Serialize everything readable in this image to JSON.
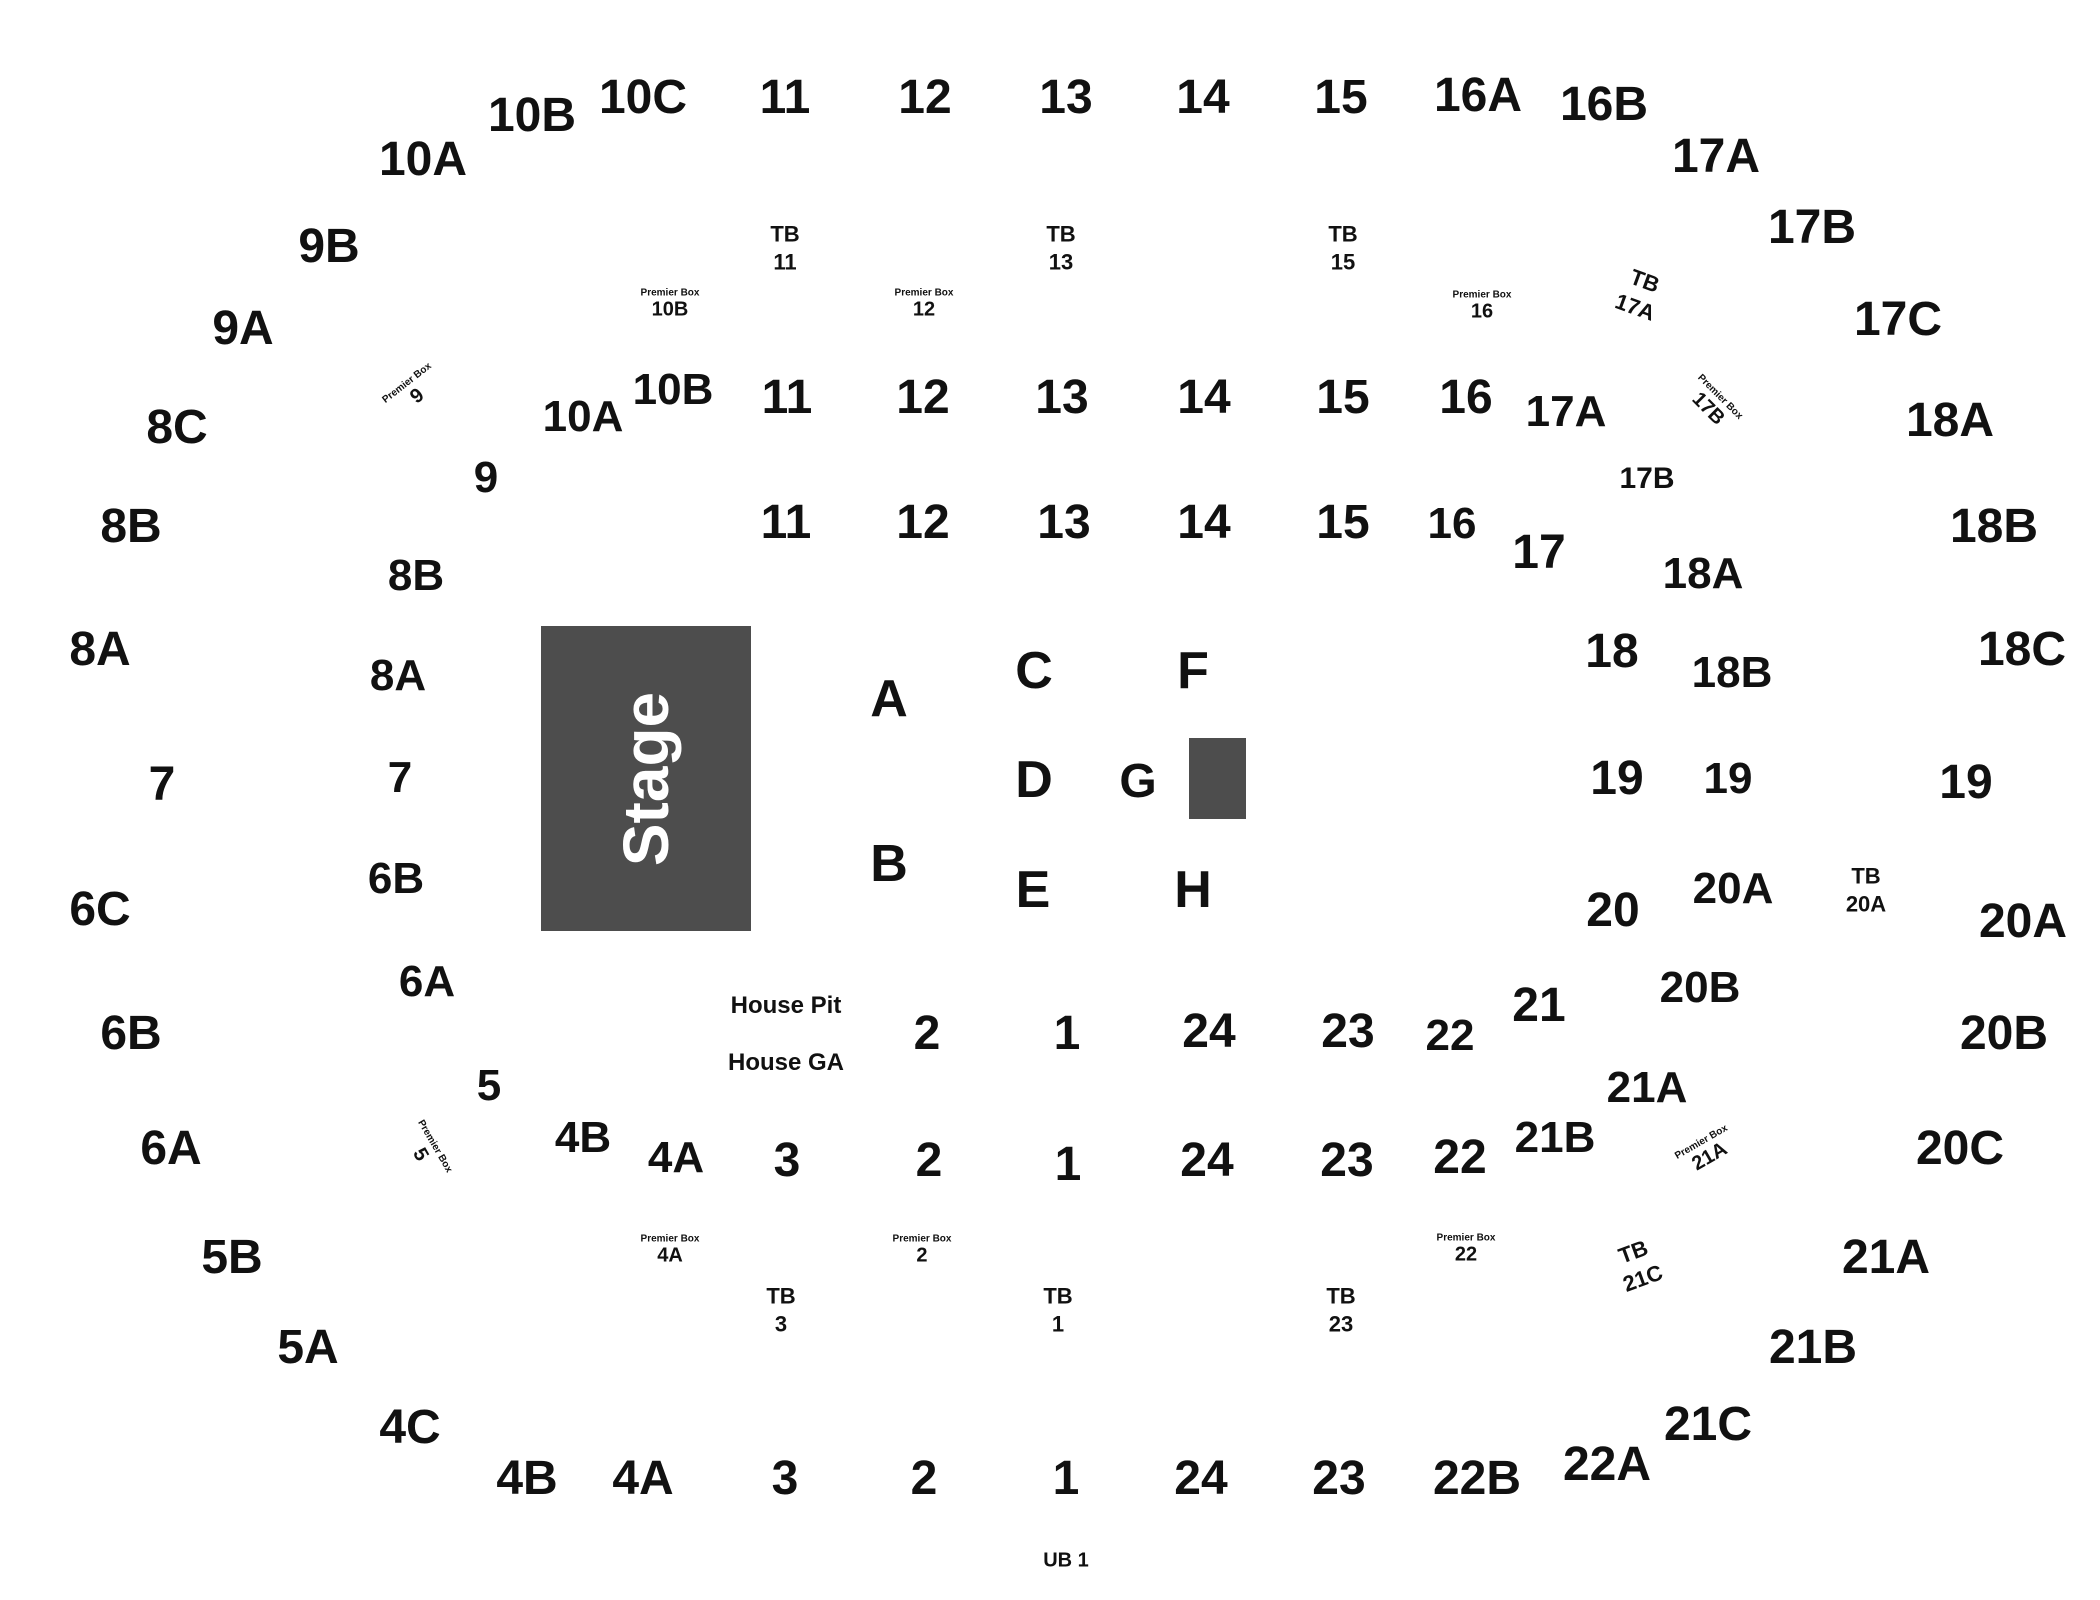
{
  "stage": {
    "label": "Stage"
  },
  "house": {
    "pit": "House Pit",
    "ga": "House GA"
  },
  "ub": "UB 1",
  "upper_ring": [
    "10B",
    "10C",
    "11",
    "12",
    "13",
    "14",
    "15",
    "16A",
    "16B",
    "10A",
    "17A",
    "9B",
    "17B",
    "9A",
    "17C",
    "8C",
    "18A",
    "8B",
    "18B",
    "8A",
    "18C",
    "7",
    "19",
    "6C",
    "20A",
    "6B",
    "20B",
    "6A",
    "20C",
    "5B",
    "21A",
    "5A",
    "21B",
    "4C",
    "21C",
    "4B",
    "4A",
    "3",
    "2",
    "1",
    "24",
    "23",
    "22B",
    "22A"
  ],
  "premier_box_title": "Premier Box",
  "premier_boxes": [
    "10B",
    "12",
    "16",
    "9",
    "17B",
    "5",
    "21A",
    "4A",
    "2",
    "22"
  ],
  "tb_title": "TB",
  "tb_boxes": [
    "11",
    "13",
    "15",
    "17A",
    "20A",
    "21C",
    "3",
    "1",
    "23"
  ],
  "mid_ring": [
    "10A",
    "10B",
    "11",
    "12",
    "13",
    "14",
    "15",
    "16",
    "17A",
    "9",
    "17B",
    "8B",
    "18A",
    "8A",
    "18B",
    "7",
    "19",
    "6B",
    "20A",
    "6A",
    "20B",
    "5",
    "21A",
    "4B",
    "4A",
    "3",
    "2",
    "1",
    "24",
    "23",
    "22",
    "21B"
  ],
  "inner_ring": [
    "11",
    "12",
    "13",
    "14",
    "15",
    "16",
    "17",
    "18",
    "19",
    "20",
    "21",
    "2",
    "1",
    "24",
    "23",
    "22"
  ],
  "floor": [
    "A",
    "B",
    "C",
    "D",
    "E",
    "F",
    "G",
    "H"
  ]
}
